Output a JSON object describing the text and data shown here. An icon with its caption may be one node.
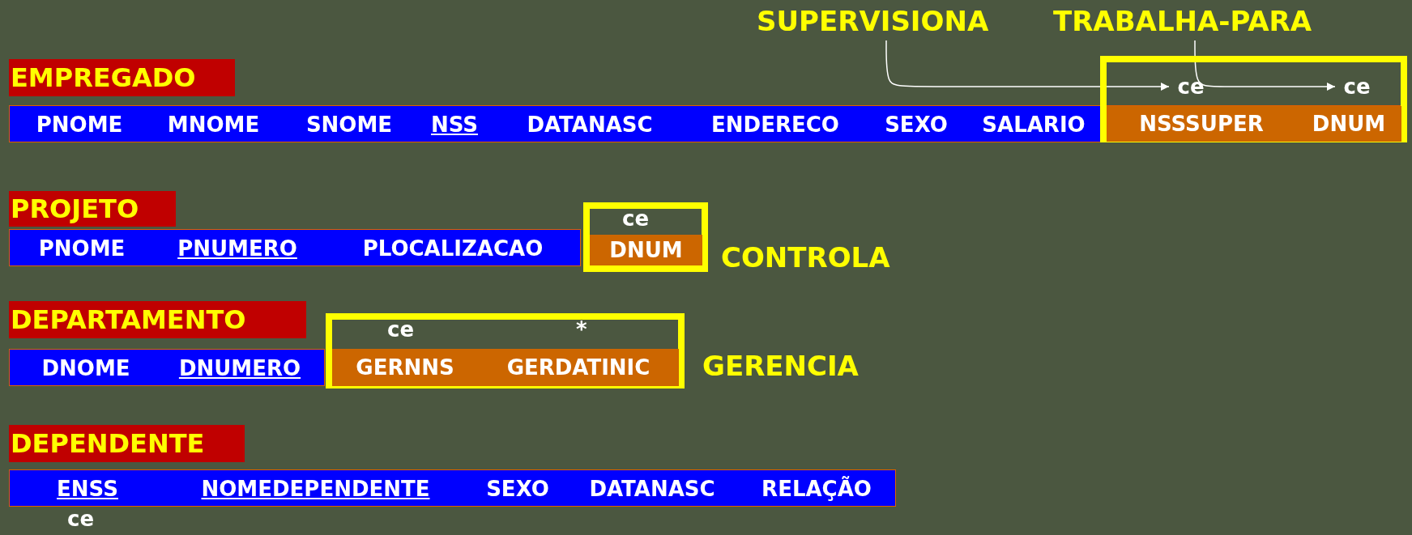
{
  "diagram": {
    "nodes": [
      {
        "text": [
          "SUPERVISIONA"
        ]
      },
      {
        "text": [
          "TRABALHA-PARA"
        ]
      },
      {
        "text": [
          "EMPREGADO"
        ]
      },
      {
        "text": [],
        "shape": "bar"
      },
      {
        "text": [
          "PNOME"
        ],
        "in": 3
      },
      {
        "text": [
          "MNOME"
        ],
        "in": 3
      },
      {
        "text": [
          "SNOME"
        ],
        "in": 3
      },
      {
        "text": [
          "NSS"
        ],
        "in": 3
      },
      {
        "text": [
          "DATANASC"
        ],
        "in": 3
      },
      {
        "text": [
          "ENDERECO"
        ],
        "in": 3
      },
      {
        "text": [
          "SEXO"
        ],
        "in": 3
      },
      {
        "text": [
          "SALARIO"
        ],
        "in": 3
      },
      {
        "text": [],
        "shape": "box"
      },
      {
        "text": [
          "ce"
        ],
        "in": 12
      },
      {
        "text": [
          "ce"
        ],
        "in": 12
      },
      {
        "text": [
          "NSSSUPER"
        ]
      },
      {
        "text": [
          "DNUM"
        ]
      },
      {
        "text": [
          "PROJETO"
        ]
      },
      {
        "text": [],
        "shape": "bar"
      },
      {
        "text": [
          "PNOME"
        ],
        "in": 18
      },
      {
        "text": [
          "PNUMERO"
        ],
        "in": 18
      },
      {
        "text": [
          "PLOCALIZACAO"
        ],
        "in": 18
      },
      {
        "text": [
          "ce"
        ]
      },
      {
        "text": [
          "DNUM"
        ],
        "in": 22
      },
      {
        "text": [
          "DEPARTAMENTO"
        ]
      },
      {
        "text": [],
        "shape": "bar"
      },
      {
        "text": [
          "DNOME"
        ],
        "in": 25
      },
      {
        "text": [
          "DNUMERO"
        ],
        "in": 25
      },
      {
        "text": [
          "ce",
          "*"
        ]
      },
      {
        "text": [
          "GERNNS"
        ],
        "in": 28
      },
      {
        "text": [
          "GERDATINIC"
        ],
        "in": 28
      },
      {
        "text": [
          "DEPENDENTE"
        ]
      },
      {
        "text": [],
        "shape": "bar"
      },
      {
        "text": [
          "ENSS"
        ],
        "in": 32
      },
      {
        "text": [
          "NOMEDEPENDENTE"
        ],
        "in": 32
      },
      {
        "text": [
          "SEXO"
        ],
        "in": 32
      },
      {
        "text": [
          "DATANASC"
        ],
        "in": 32
      },
      {
        "text": [
          "RELAÇÃO"
        ],
        "in": 32
      }
    ],
    "edges": [
      {
        "from": 0,
        "to": 13,
        "arrow": "to"
      },
      {
        "from": 1,
        "to": 14,
        "arrow": "to"
      }
    ],
    "labels": [
      "CONTROLA",
      "GERENCIA",
      "ce"
    ]
  }
}
